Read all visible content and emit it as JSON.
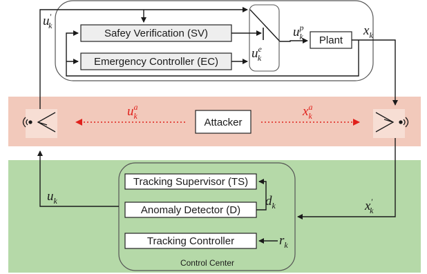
{
  "blocks": {
    "sv": "Safey Verification (SV)",
    "ec": "Emergency Controller (EC)",
    "plant": "Plant",
    "attacker": "Attacker",
    "ts": "Tracking Supervisor (TS)",
    "d": "Anomaly Detector (D)",
    "tc": "Tracking Controller",
    "cc": "Control Center"
  },
  "signals": {
    "u_prime": {
      "base": "u",
      "sup": "′",
      "sub": "k"
    },
    "u_p": {
      "base": "u",
      "sup": "p",
      "sub": "k"
    },
    "u_e": {
      "base": "u",
      "sup": "e",
      "sub": "k"
    },
    "x": {
      "base": "x",
      "sub": "k"
    },
    "u_a": {
      "base": "u",
      "sup": "a",
      "sub": "k"
    },
    "x_a": {
      "base": "x",
      "sup": "a",
      "sub": "k"
    },
    "u": {
      "base": "u",
      "sub": "k"
    },
    "x_prime": {
      "base": "x",
      "sup": "′",
      "sub": "k"
    },
    "d": {
      "base": "d",
      "sub": "k"
    },
    "r": {
      "base": "r",
      "sub": "k"
    }
  },
  "colors": {
    "attack_band": "#f2c9bb",
    "control_band": "#b5d9a8",
    "block_fill": "#eeeeee",
    "attack_arrow": "#e0201b"
  },
  "icons": {
    "left_antenna": "antenna-icon",
    "right_antenna": "antenna-icon"
  }
}
